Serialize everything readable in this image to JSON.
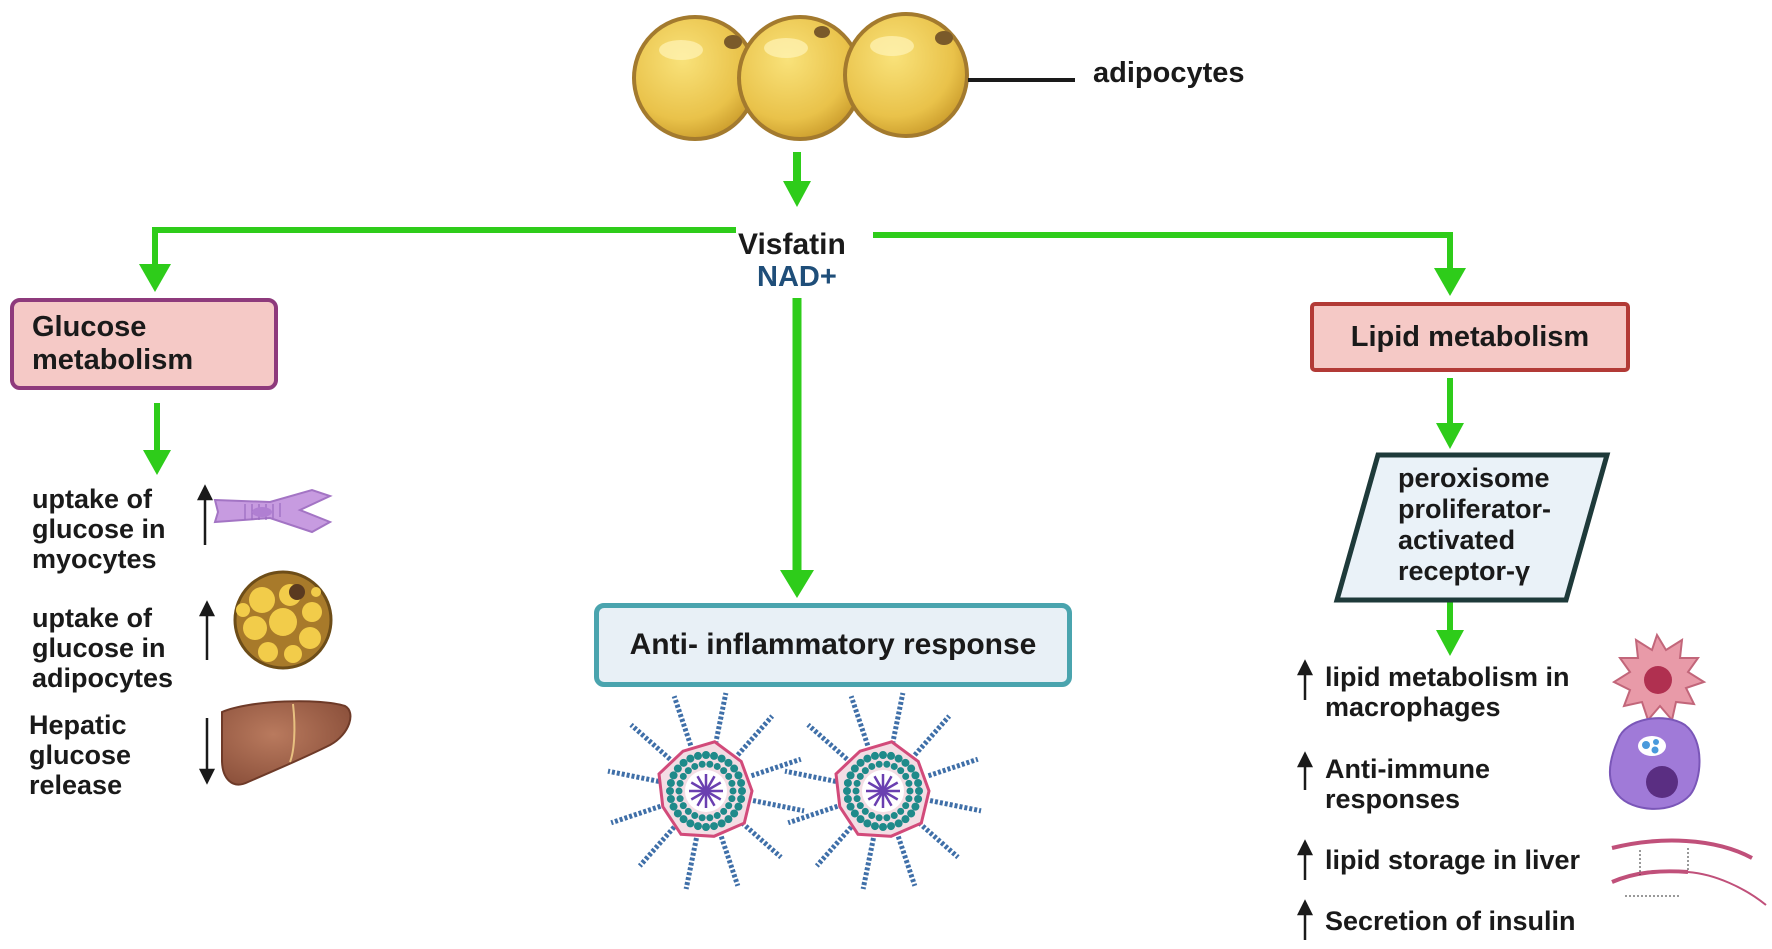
{
  "labels": {
    "adipocytes": "adipocytes",
    "visfatin": "Visfatin",
    "nad": "NAD+",
    "glucose_metabolism": [
      "Glucose",
      "metabolism"
    ],
    "lipid_metabolism": "Lipid metabolism",
    "anti_inflammatory": "Anti- inflammatory response",
    "pparg": [
      "peroxisome",
      "proliferator-",
      "activated",
      "receptor-γ"
    ]
  },
  "glucose_effects": [
    {
      "lines": [
        "uptake of",
        "glucose in",
        "myocytes"
      ],
      "direction": "up",
      "icon": "myocyte-icon"
    },
    {
      "lines": [
        "uptake of",
        "glucose in",
        "adipocytes"
      ],
      "direction": "up",
      "icon": "adipocyte-icon"
    },
    {
      "lines": [
        "Hepatic",
        "glucose",
        "release"
      ],
      "direction": "down",
      "icon": "liver-icon"
    }
  ],
  "lipid_effects": [
    {
      "lines": [
        "lipid metabolism in",
        "macrophages"
      ],
      "direction": "up",
      "icon": "macrophage-icon"
    },
    {
      "lines": [
        "Anti-immune",
        "responses"
      ],
      "direction": "up",
      "icon": "immune-cell-icon"
    },
    {
      "lines": [
        "lipid storage in liver"
      ],
      "direction": "up",
      "icon": "insulin-chain-icon"
    },
    {
      "lines": [
        "Secretion of insulin"
      ],
      "direction": "up",
      "icon": null
    }
  ],
  "colors": {
    "arrow_green": "#2ecc1a",
    "glucose_box_fill": "#f5c9c6",
    "glucose_box_border": "#8e3a7c",
    "lipid_box_fill": "#f5c9c6",
    "lipid_box_border": "#b23a36",
    "anti_box_fill": "#e8f0f6",
    "anti_box_border": "#4aa4ae",
    "nad_text": "#1f4e79",
    "pparg_border": "#1e3a3a",
    "pparg_fill": "#eaf2f8"
  }
}
